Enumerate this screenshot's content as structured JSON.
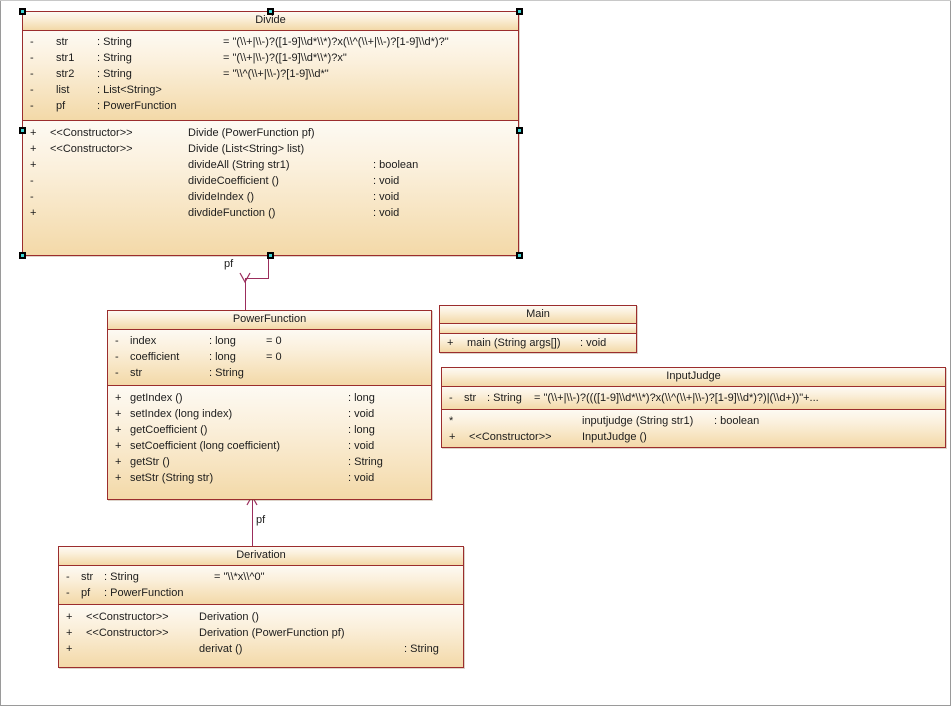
{
  "diagram": {
    "title": "UML Class Diagram",
    "accent_color": "#9b2d2d",
    "connector_color": "#9b2d5c",
    "body_color": "#f3d9a8",
    "selection_handle_color": "#000000"
  },
  "classes": {
    "divide": {
      "name": "Divide",
      "attributes": [
        {
          "vis": "-",
          "name": "str",
          "type": ": String",
          "value": "= \"(\\\\+|\\\\-)?([1-9]\\\\d*\\\\*)?x(\\\\^(\\\\+|\\\\-)?[1-9]\\\\d*)?\""
        },
        {
          "vis": "-",
          "name": "str1",
          "type": ": String",
          "value": "= \"(\\\\+|\\\\-)?([1-9]\\\\d*\\\\*)?x\""
        },
        {
          "vis": "-",
          "name": "str2",
          "type": ": String",
          "value": "= \"\\\\^(\\\\+|\\\\-)?[1-9]\\\\d*\""
        },
        {
          "vis": "-",
          "name": "list",
          "type": ": List<String>",
          "value": ""
        },
        {
          "vis": "-",
          "name": "pf",
          "type": ": PowerFunction",
          "value": ""
        }
      ],
      "operations": [
        {
          "vis": "+",
          "stereotype": "<<Constructor>>",
          "name": "Divide (PowerFunction pf)",
          "ret": ""
        },
        {
          "vis": "+",
          "stereotype": "<<Constructor>>",
          "name": "Divide (List<String> list)",
          "ret": ""
        },
        {
          "vis": "+",
          "stereotype": "",
          "name": "divideAll (String str1)",
          "ret": ": boolean"
        },
        {
          "vis": "-",
          "stereotype": "",
          "name": "divideCoefficient ()",
          "ret": ": void"
        },
        {
          "vis": "-",
          "stereotype": "",
          "name": "divideIndex ()",
          "ret": ": void"
        },
        {
          "vis": "+",
          "stereotype": "",
          "name": "divdideFunction ()",
          "ret": ": void"
        }
      ]
    },
    "powerfunction": {
      "name": "PowerFunction",
      "attributes": [
        {
          "vis": "-",
          "name": "index",
          "type": ": long",
          "value": "= 0"
        },
        {
          "vis": "-",
          "name": "coefficient",
          "type": ": long",
          "value": "= 0"
        },
        {
          "vis": "-",
          "name": "str",
          "type": ": String",
          "value": ""
        }
      ],
      "operations": [
        {
          "vis": "+",
          "stereotype": "",
          "name": "getIndex ()",
          "ret": ": long"
        },
        {
          "vis": "+",
          "stereotype": "",
          "name": "setIndex (long index)",
          "ret": ": void"
        },
        {
          "vis": "+",
          "stereotype": "",
          "name": "getCoefficient ()",
          "ret": ": long"
        },
        {
          "vis": "+",
          "stereotype": "",
          "name": "setCoefficient (long coefficient)",
          "ret": ": void"
        },
        {
          "vis": "+",
          "stereotype": "",
          "name": "getStr ()",
          "ret": ": String"
        },
        {
          "vis": "+",
          "stereotype": "",
          "name": "setStr (String str)",
          "ret": ": void"
        }
      ]
    },
    "main": {
      "name": "Main",
      "attributes": [],
      "operations": [
        {
          "vis": "+",
          "stereotype": "",
          "name": "main (String args[])",
          "ret": ": void"
        }
      ]
    },
    "inputjudge": {
      "name": "InputJudge",
      "attributes": [
        {
          "vis": "-",
          "name": "str",
          "type": ": String",
          "value": "= \"(\\\\+|\\\\-)?((([1-9]\\\\d*\\\\*)?x(\\\\^(\\\\+|\\\\-)?[1-9]\\\\d*)?)|(\\\\d+))\"+..."
        }
      ],
      "operations": [
        {
          "vis": "*",
          "stereotype": "",
          "name": "inputjudge (String str1)",
          "ret": ": boolean"
        },
        {
          "vis": "+",
          "stereotype": "<<Constructor>>",
          "name": "InputJudge ()",
          "ret": ""
        }
      ]
    },
    "derivation": {
      "name": "Derivation",
      "attributes": [
        {
          "vis": "-",
          "name": "str",
          "type": ": String",
          "value": "= \"\\\\*x\\\\^0\""
        },
        {
          "vis": "-",
          "name": "pf",
          "type": ": PowerFunction",
          "value": ""
        }
      ],
      "operations": [
        {
          "vis": "+",
          "stereotype": "<<Constructor>>",
          "name": "Derivation ()",
          "ret": ""
        },
        {
          "vis": "+",
          "stereotype": "<<Constructor>>",
          "name": "Derivation (PowerFunction pf)",
          "ret": ""
        },
        {
          "vis": "+",
          "stereotype": "",
          "name": "derivat ()",
          "ret": ": String"
        }
      ]
    }
  },
  "associations": [
    {
      "id": "divide-powerfunction",
      "label": "pf",
      "from": "Divide",
      "to": "PowerFunction"
    },
    {
      "id": "derivation-powerfunction",
      "label": "pf",
      "from": "Derivation",
      "to": "PowerFunction"
    }
  ]
}
